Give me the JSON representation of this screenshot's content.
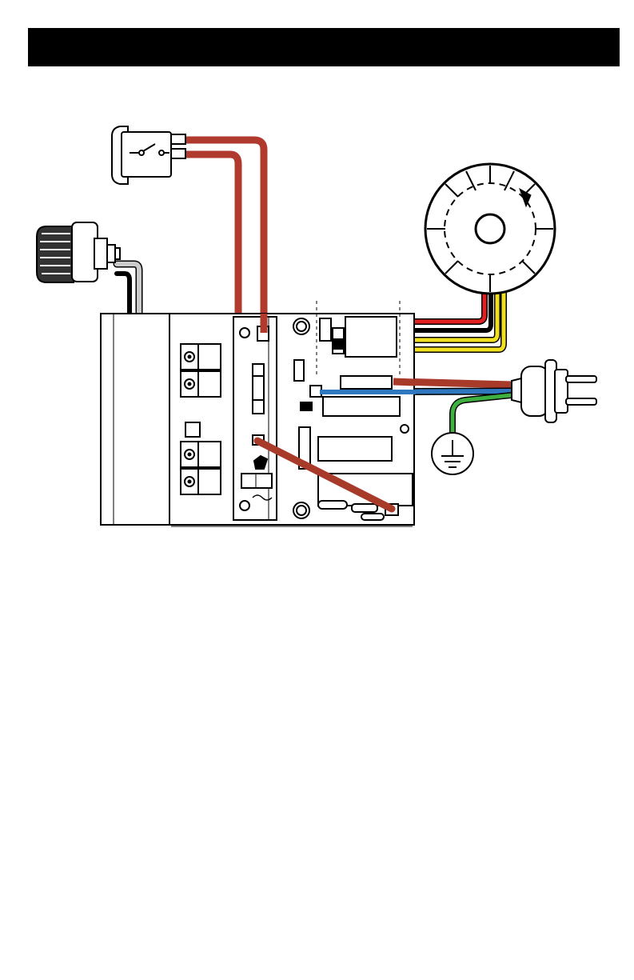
{
  "header": {
    "title": ""
  },
  "colors": {
    "header_bg": "#000000",
    "wire_red": "#b03a2e",
    "wire_brown": "#a83a2a",
    "wire_black": "#000000",
    "wire_yellow": "#f0e020",
    "wire_blue": "#2f78c0",
    "wire_green": "#3fb03f",
    "wire_gray": "#cccccc",
    "outline": "#000000",
    "board_fill": "#ffffff"
  },
  "components": [
    {
      "id": "rocker-switch",
      "icon": "switch-icon"
    },
    {
      "id": "pressure-control-knob",
      "icon": "knob-icon"
    },
    {
      "id": "motor",
      "icon": "motor-icon"
    },
    {
      "id": "power-plug",
      "icon": "plug-icon"
    },
    {
      "id": "ground",
      "icon": "ground-icon"
    },
    {
      "id": "control-board",
      "icon": "circuit-board-icon"
    }
  ]
}
